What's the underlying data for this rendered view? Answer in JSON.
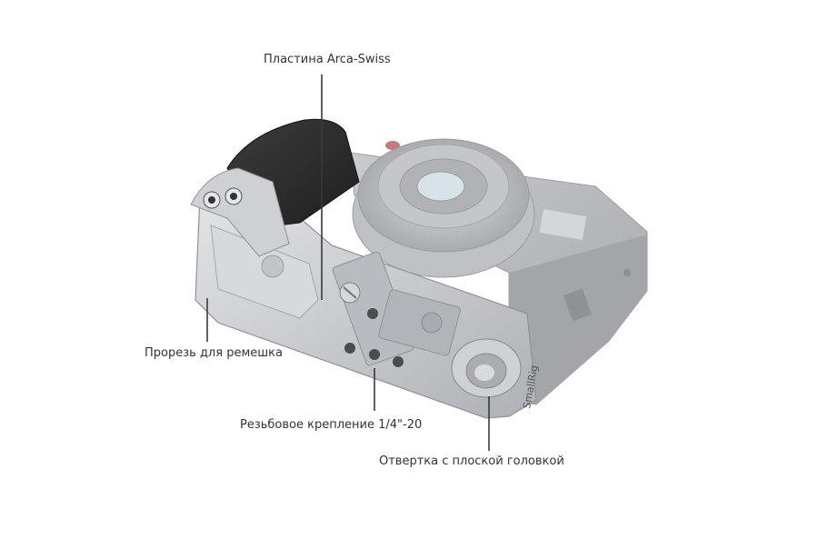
{
  "colors": {
    "leader_line": "#3a3a3a",
    "label_text": "#333333",
    "cage_silver": "#c9cbce",
    "cage_shadow": "#9fa2a6",
    "camera_grey": "#b5b7ba",
    "grip_black": "#2b2b2b"
  },
  "callouts": {
    "arca_plate": "Пластина Arca-Swiss",
    "strap_slot": "Прорезь для ремешка",
    "thread_mount": "Резьбовое крепление 1/4\"-20",
    "screwdriver": "Отвертка с плоской головкой"
  },
  "product_marks": {
    "brand": "SmallRig"
  }
}
